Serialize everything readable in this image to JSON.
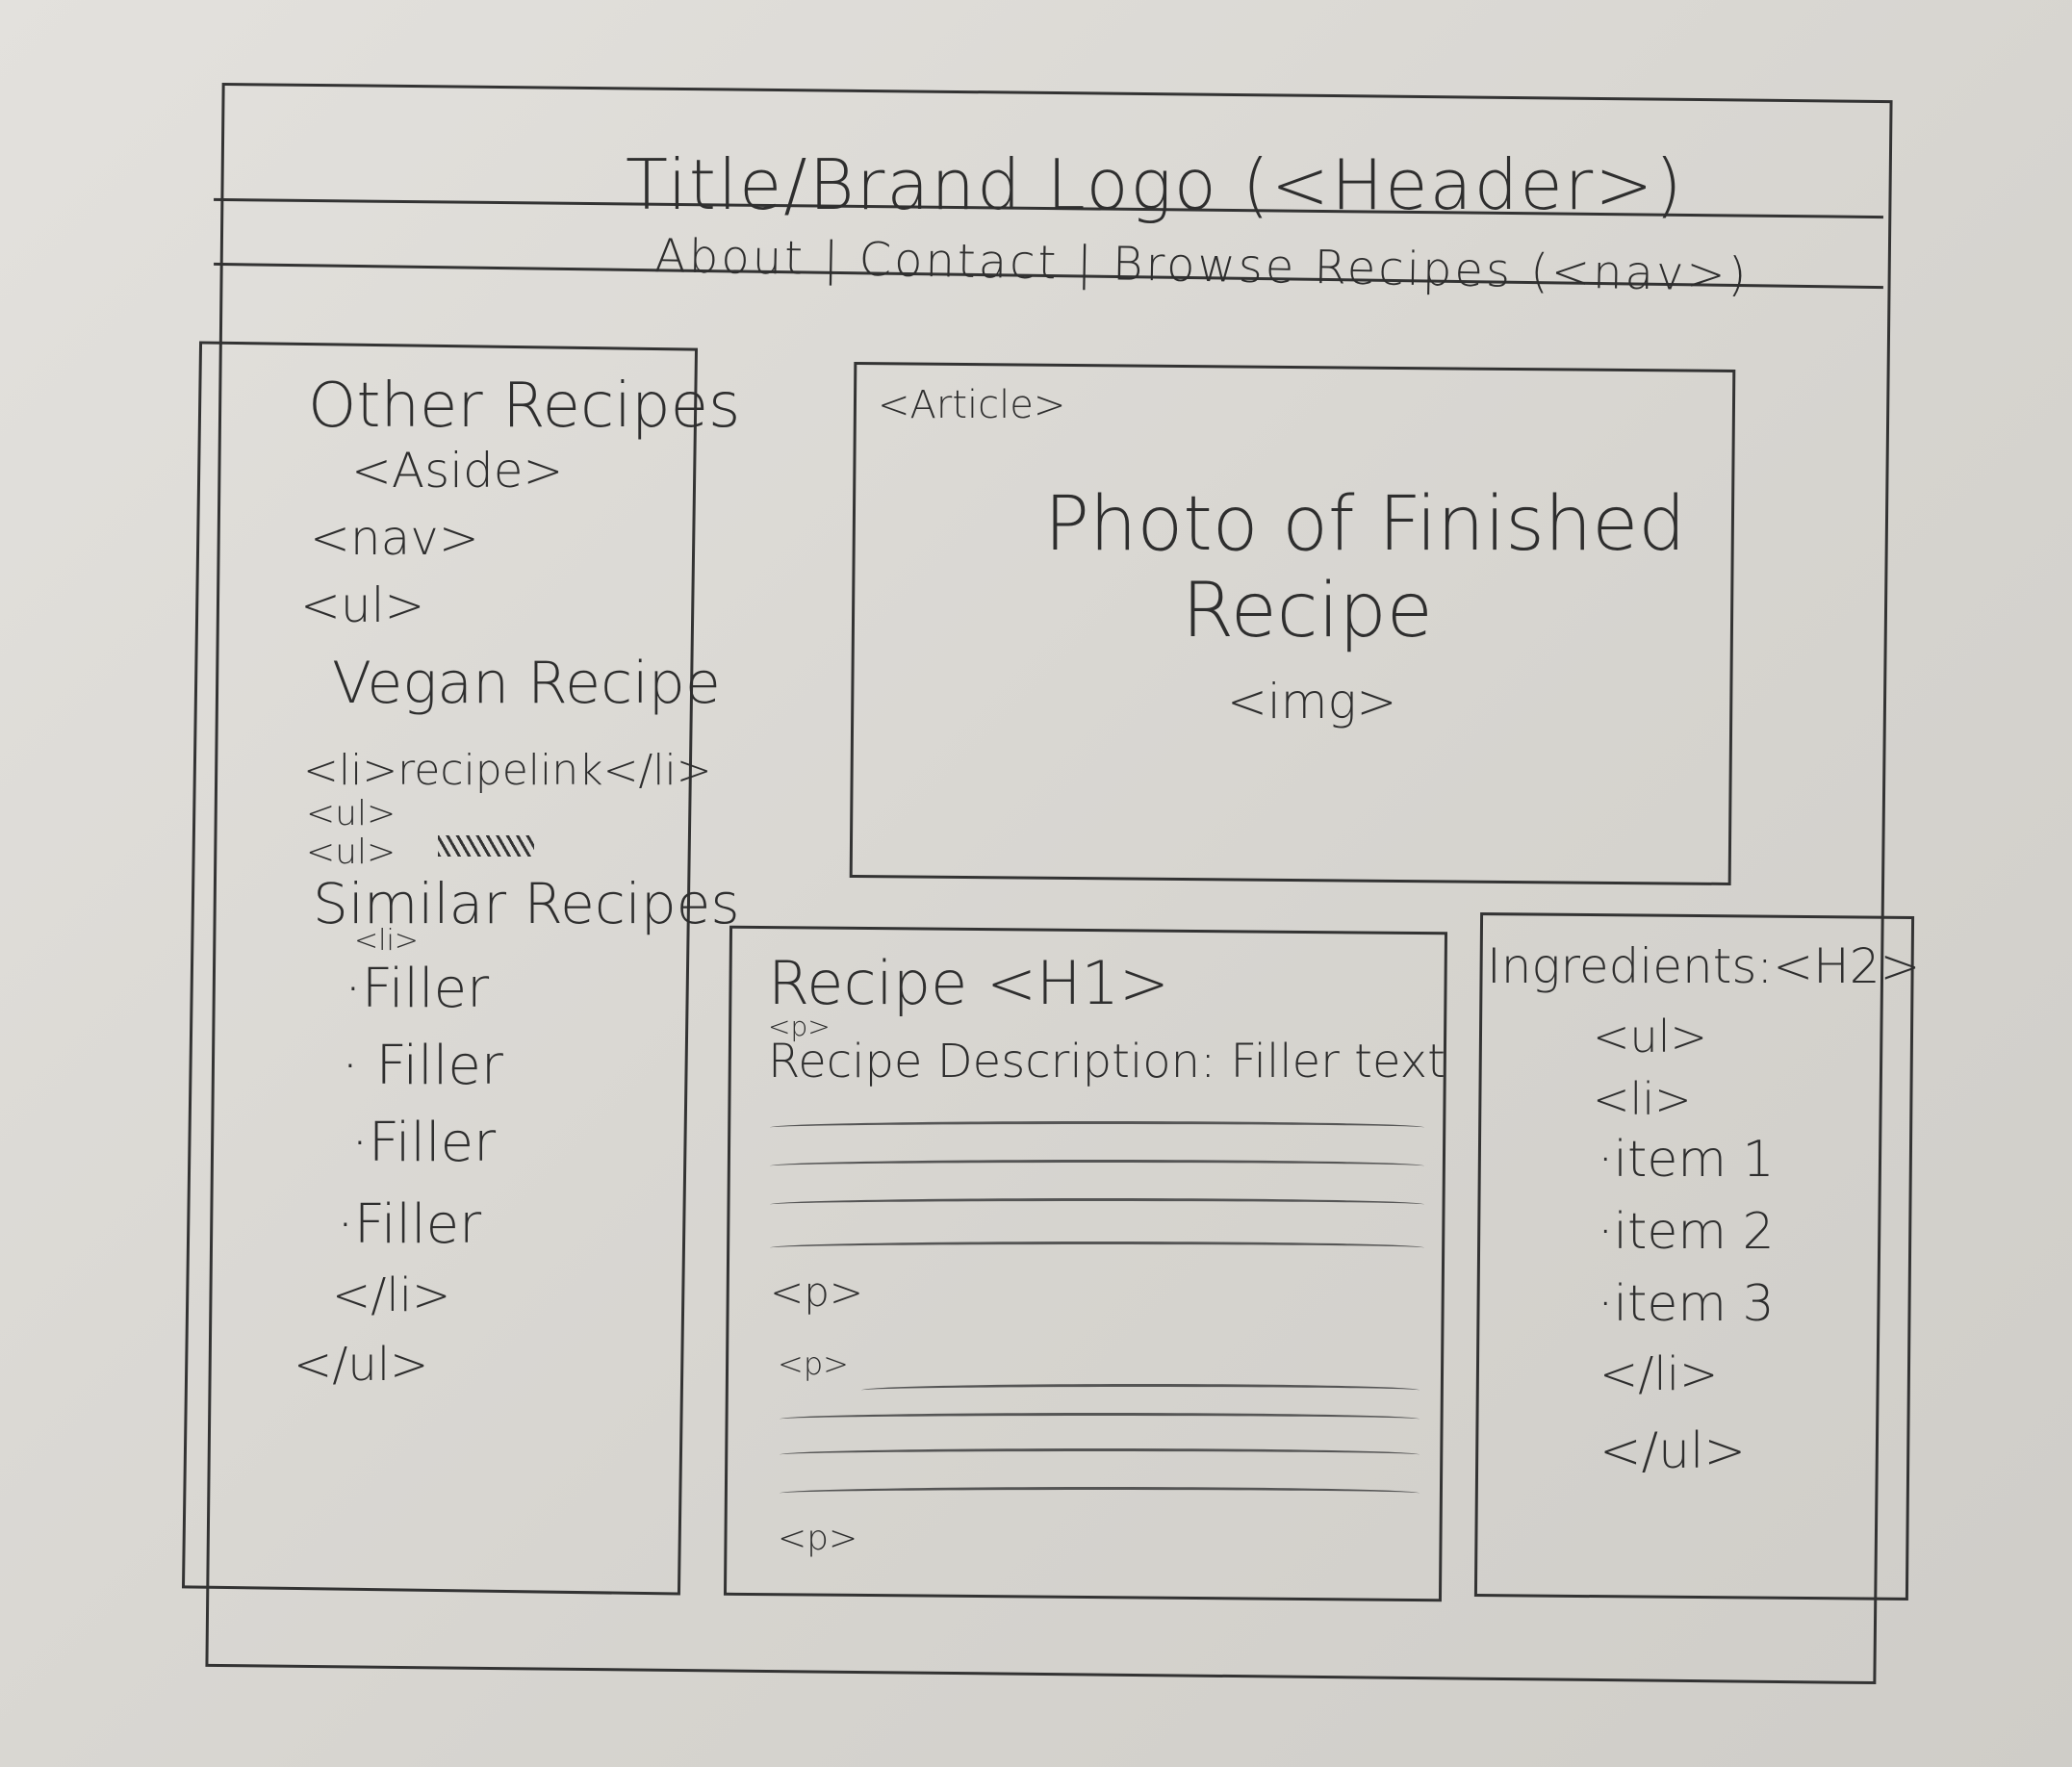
{
  "header": {
    "title": "Title/Brand Logo (<Header>)"
  },
  "nav": {
    "text": "About | Contact | Browse Recipes (<nav>)"
  },
  "aside": {
    "heading": "Other Recipes",
    "tag": "<Aside>",
    "nav_tag": "<nav>",
    "ul_tag": "<ul>",
    "vegan_label": "Vegan Recipe",
    "recipelink": "<li>recipelink</li>",
    "ul_close1": "<ul>",
    "ul_open2": "<ul>",
    "similar_label": "Similar Recipes",
    "li_tag": "<li>",
    "fillers": [
      "Filler",
      "Filler",
      "Filler",
      "Filler"
    ],
    "li_close": "</li>",
    "ul_close": "</ul>"
  },
  "article": {
    "tag": "<Article>",
    "photo_line1": "Photo of Finished",
    "photo_line2": "Recipe",
    "img_tag": "<img>"
  },
  "recipe": {
    "heading": "Recipe <H1>",
    "p_tag": "<p>",
    "description": "Recipe Description: Filler text",
    "p_tag2": "<p>",
    "p_tag3": "<p>",
    "p_tag4": "<p>"
  },
  "ingredients": {
    "heading": "Ingredients:<H2>",
    "ul_tag": "<ul>",
    "li_tag": "<li>",
    "items": [
      "item 1",
      "item 2",
      "item 3"
    ],
    "li_close": "</li>",
    "ul_close": "</ul>"
  }
}
